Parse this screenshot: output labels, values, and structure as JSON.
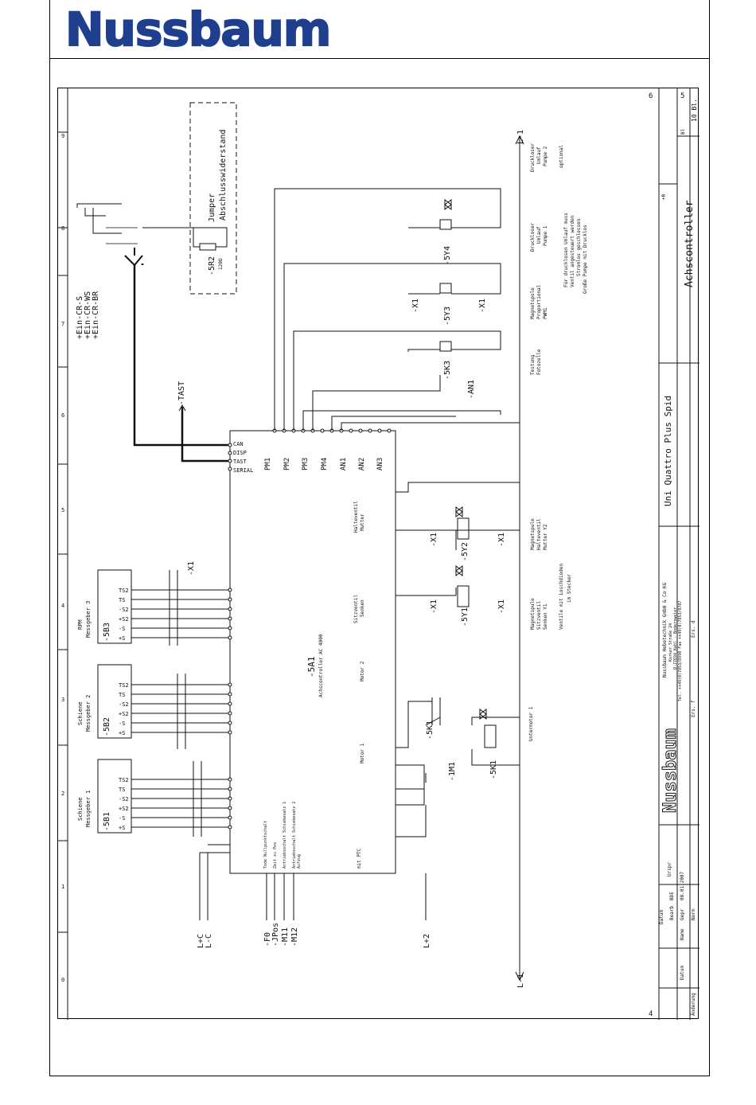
{
  "logo": {
    "text": "Nussbaum"
  },
  "sheet": {
    "pages": {
      "right": "6",
      "left": "4"
    },
    "column_numbers": [
      "0",
      "1",
      "2",
      "3",
      "4",
      "5",
      "6",
      "7",
      "8",
      "9"
    ],
    "title": "Achscontroller",
    "project": "Uni Quattro Plus Spid",
    "company_lines": [
      "Nussbaum Hebetechnik GmbH & Co KG",
      "Korker Straße 24",
      "D-77694 Kehl - Bodersweier",
      "Tel. ++49(0)7853/8990  Fax ++49(0)7853/8787"
    ],
    "sheet_num": "5",
    "sheet_total": "10 Bl.",
    "sheet_prefix": "Bl",
    "titleblock": {
      "datum": "Datum",
      "bearb": "Bearb",
      "bearb_name": "BDE",
      "gepr": "Gepr",
      "date": "08.01.2007",
      "norm": "Norm",
      "urspr": "Urspr",
      "ers_f": "Ers. f",
      "ers_d": "Ers. d",
      "aenderung": "Änderung",
      "datum2": "Datum",
      "name": "Name",
      "plus_r": "+R"
    }
  },
  "labels": {
    "jumper": "Jumper",
    "terminator": "Abschlusswiderstand",
    "r2": "-5R2",
    "r2_value": "120Ω",
    "ein_cr": [
      "+Ein-CR-S",
      "+Ein-CR-WS",
      "+Ein-CR-BR"
    ],
    "tast": "-TAST",
    "controller": "-5A1",
    "controller_desc": "Achscontroller AC 4000",
    "ctrl_pins_top": [
      "CAN",
      "DISP",
      "TAST",
      "SERIAL"
    ],
    "ctrl_pins_pm": [
      "PM1",
      "PM2",
      "PM3",
      "PM4",
      "AN1",
      "AN2",
      "AN3"
    ],
    "an1": "-AN1",
    "k3": "-5K3",
    "y4": "-5Y4",
    "y3": "-5Y3",
    "x1": "-X1",
    "encoder1": [
      "Schiene",
      "Messgeber 1",
      "-5B1"
    ],
    "encoder2": [
      "Schiene",
      "Messgeber 2",
      "-5B2"
    ],
    "encoder3": [
      "RPM",
      "Messgeber 3",
      "-5B3"
    ],
    "enc_pins": [
      "+S",
      "-S",
      "+S2",
      "-S2",
      "TS",
      "TS2"
    ],
    "supply": [
      "L+C",
      "L-C"
    ],
    "inputs_left": [
      "-F0",
      "-JPos",
      "-M11",
      "-M12"
    ],
    "l_plus2": "L+2",
    "l_minus1": "L-1",
    "y1": "-5Y1",
    "y2": "-5Y2",
    "k1": "-5K1",
    "m1": "-1M1",
    "motor": "Motor 1",
    "motor2": "Motor 2",
    "untermotor": "Untermotor 1",
    "valve_text_1": [
      "Sitzventil",
      "Senken"
    ],
    "valve_text_2": [
      "Halteventil",
      "Mutter"
    ],
    "magnet_1": [
      "Magnetspule",
      "Sitzventil",
      "Senken Y1"
    ],
    "magnet_2": [
      "Magnetspule",
      "Halteventil",
      "Mutter Y2"
    ],
    "ventile_note": [
      "Ventile mit Loschdioden",
      "im Stecker"
    ],
    "testung": [
      "Testung",
      "Fotozelle"
    ],
    "magnet_3": [
      "Magnetspule",
      "Proportional",
      "PWM1"
    ],
    "druckloser": [
      "Druckloser",
      "Umlauf",
      "Pumpe 1"
    ],
    "druckloser2": [
      "Druckloser",
      "Umlauf",
      "Pumpe 2",
      "optional"
    ],
    "notes": [
      "Für drucklosen Umlauf muss",
      "Ventil angesteuert werden",
      "Stromlos geschlossen",
      "Große Pumpe mit Drucklos"
    ],
    "mit_ptc": "mit PTC",
    "x12": "-X1",
    "side_legend": [
      "Tode Nullpunktschalt",
      "Zeit zu Pos",
      "Antriebsschalt Schiebesatz 1",
      "Antriebsschalt Schiebesatz 2",
      "Aufzug"
    ]
  }
}
